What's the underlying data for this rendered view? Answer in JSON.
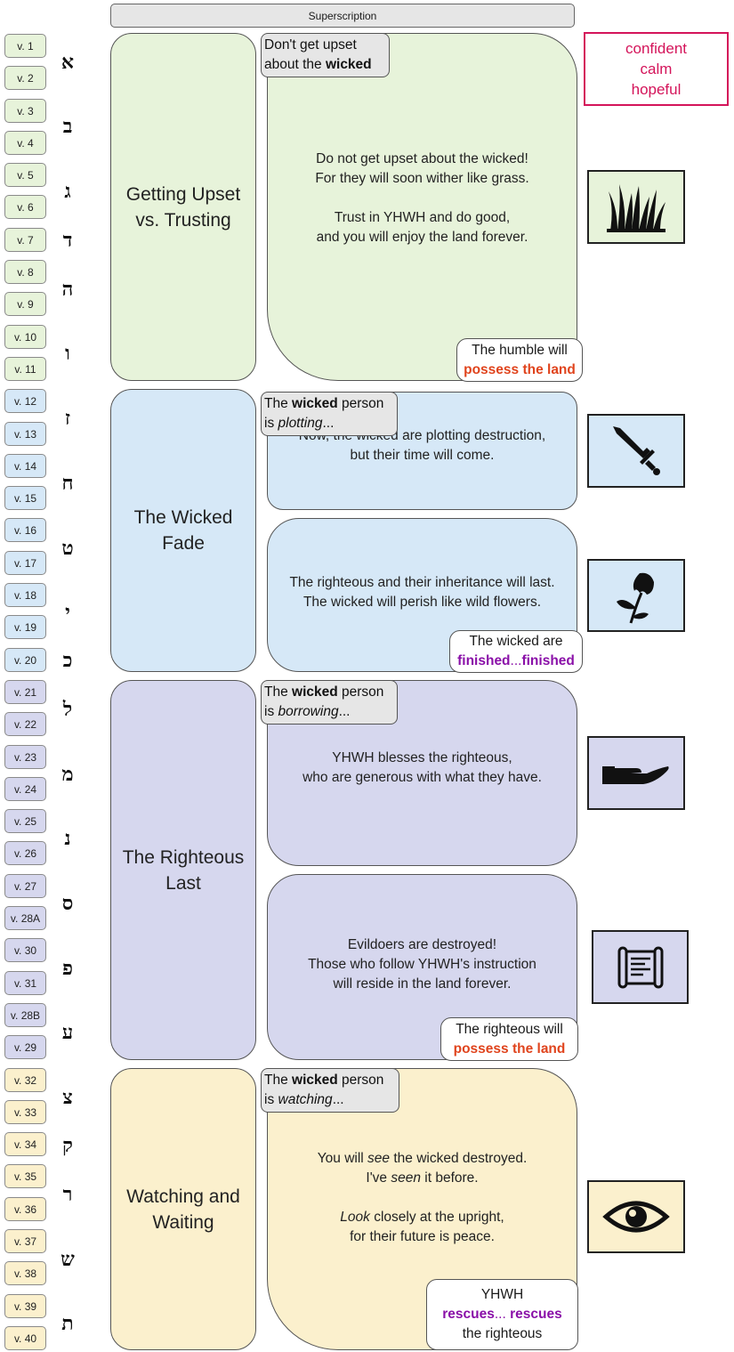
{
  "superscription": "Superscription",
  "mood": [
    "confident",
    "calm",
    "hopeful"
  ],
  "verses": [
    "v. 1",
    "v. 2",
    "v. 3",
    "v. 4",
    "v. 5",
    "v. 6",
    "v. 7",
    "v. 8",
    "v. 9",
    "v. 10",
    "v. 11",
    "v. 12",
    "v. 13",
    "v. 14",
    "v. 15",
    "v. 16",
    "v. 17",
    "v. 18",
    "v. 19",
    "v. 20",
    "v. 21",
    "v. 22",
    "v. 23",
    "v. 24",
    "v. 25",
    "v. 26",
    "v. 27",
    "v. 28A",
    "v. 30",
    "v. 31",
    "v. 28B",
    "v. 29",
    "v. 32",
    "v. 33",
    "v. 34",
    "v. 35",
    "v. 36",
    "v. 37",
    "v. 38",
    "v. 39",
    "v. 40"
  ],
  "hebrew_letters": [
    "א",
    "ב",
    "ג",
    "ד",
    "ה",
    "ו",
    "ז",
    "ח",
    "ט",
    "י",
    "כ",
    "ל",
    "מ",
    "נ",
    "ס",
    "פ",
    "ע",
    "צ",
    "ק",
    "ר",
    "ש",
    "ת"
  ],
  "sections": [
    {
      "title_l1": "Getting Upset",
      "title_l2": "vs. Trusting"
    },
    {
      "title_l1": "The Wicked",
      "title_l2": "Fade"
    },
    {
      "title_l1": "The Righteous",
      "title_l2": "Last"
    },
    {
      "title_l1": "Watching and",
      "title_l2": "Waiting"
    }
  ],
  "blocks": {
    "b1": {
      "tag_pre": "Don't get upset",
      "tag_mid": "about the ",
      "tag_bold": "wicked",
      "l1": "Do not get upset about the wicked!",
      "l2": "For they will soon wither like grass.",
      "l3": "Trust in YHWH and do good,",
      "l4": "and you will enjoy the land forever.",
      "callout_l1": "The humble will",
      "callout_l2": "possess the land",
      "icon": "grass-icon"
    },
    "b2": {
      "tag_pre": "The ",
      "tag_bold": "wicked",
      "tag_post": " person",
      "tag_l2_pre": "is ",
      "tag_l2_em": "plotting",
      "tag_l2_post": "...",
      "l1": "Now, the wicked are plotting destruction,",
      "l2": "but their time will come.",
      "icon": "sword-icon"
    },
    "b3": {
      "l1": "The righteous and their inheritance will last.",
      "l2": "The wicked will perish like wild flowers.",
      "callout_l1": "The wicked are",
      "callout_w1": "finished",
      "callout_dots": "...",
      "callout_w2": "finished",
      "icon": "wilting-flower-icon"
    },
    "b4": {
      "tag_pre": "The ",
      "tag_bold": "wicked",
      "tag_post": " person",
      "tag_l2_pre": "is ",
      "tag_l2_em": "borrowing",
      "tag_l2_post": "...",
      "l1": "YHWH blesses the righteous,",
      "l2": "who are generous with what they have.",
      "icon": "open-hand-icon"
    },
    "b5": {
      "l1": "Evildoers are destroyed!",
      "l2": "Those who follow YHWH's instruction",
      "l3": "will reside in the land forever.",
      "callout_l1": "The righteous will",
      "callout_l2": "possess the land",
      "icon": "scroll-icon"
    },
    "b6": {
      "tag_pre": "The ",
      "tag_bold": "wicked",
      "tag_post": " person",
      "tag_l2_pre": "is ",
      "tag_l2_em": "watching",
      "tag_l2_post": "...",
      "l1_pre": "You will ",
      "l1_em": "see",
      "l1_post": " the wicked destroyed.",
      "l2_pre": "I've ",
      "l2_em": "seen",
      "l2_post": " it before.",
      "l3_em": "Look",
      "l3_post": " closely at the upright,",
      "l4": "for their future is peace.",
      "callout_l1": "YHWH",
      "callout_w1": "rescues",
      "callout_dots": "... ",
      "callout_w2": "rescues",
      "callout_l3": "the righteous",
      "icon": "eye-icon"
    }
  },
  "colors": {
    "green": "#e7f3da",
    "blue": "#d6e8f7",
    "purple": "#d6d7ee",
    "yellow": "#fbf0cd",
    "emphasis_red": "#e0441d",
    "emphasis_purple": "#8a10a8",
    "mood_pink": "#d4145a"
  }
}
